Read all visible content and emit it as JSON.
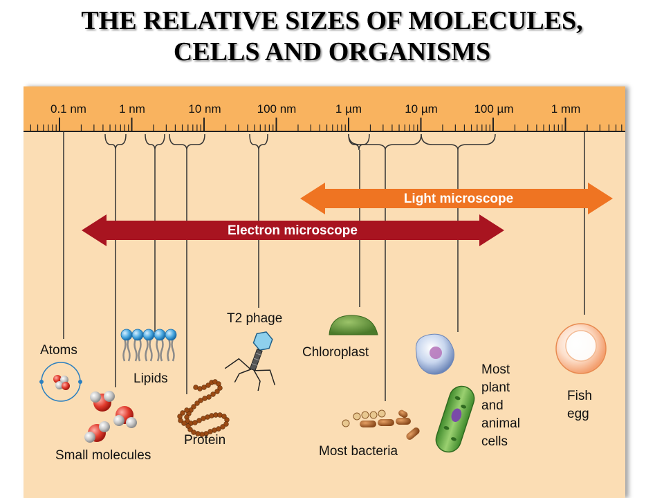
{
  "title": {
    "line1": "THE RELATIVE SIZES OF MOLECULES,",
    "line2": "CELLS AND ORGANISMS"
  },
  "scale": {
    "labels": [
      "0.1 nm",
      "1 nm",
      "10 nm",
      "100 nm",
      "1 µm",
      "10 µm",
      "100 µm",
      "1 mm"
    ]
  },
  "microscopes": {
    "light": "Light microscope",
    "electron": "Electron microscope"
  },
  "items": {
    "atoms": "Atoms",
    "small_molecules": "Small molecules",
    "lipids": "Lipids",
    "protein": "Protein",
    "t2_phage": "T2 phage",
    "chloroplast": "Chloroplast",
    "most_bacteria": "Most bacteria",
    "cells": [
      "Most",
      "plant",
      "and",
      "animal",
      "cells"
    ],
    "fish_egg": [
      "Fish",
      "egg"
    ]
  },
  "colors": {
    "title_shadow": "#9a9a9a",
    "panel_background": "#fbddb4",
    "scale_band": "#f9b35f",
    "light_microscope_arrow": "#ef7422",
    "electron_microscope_arrow": "#a81420"
  }
}
